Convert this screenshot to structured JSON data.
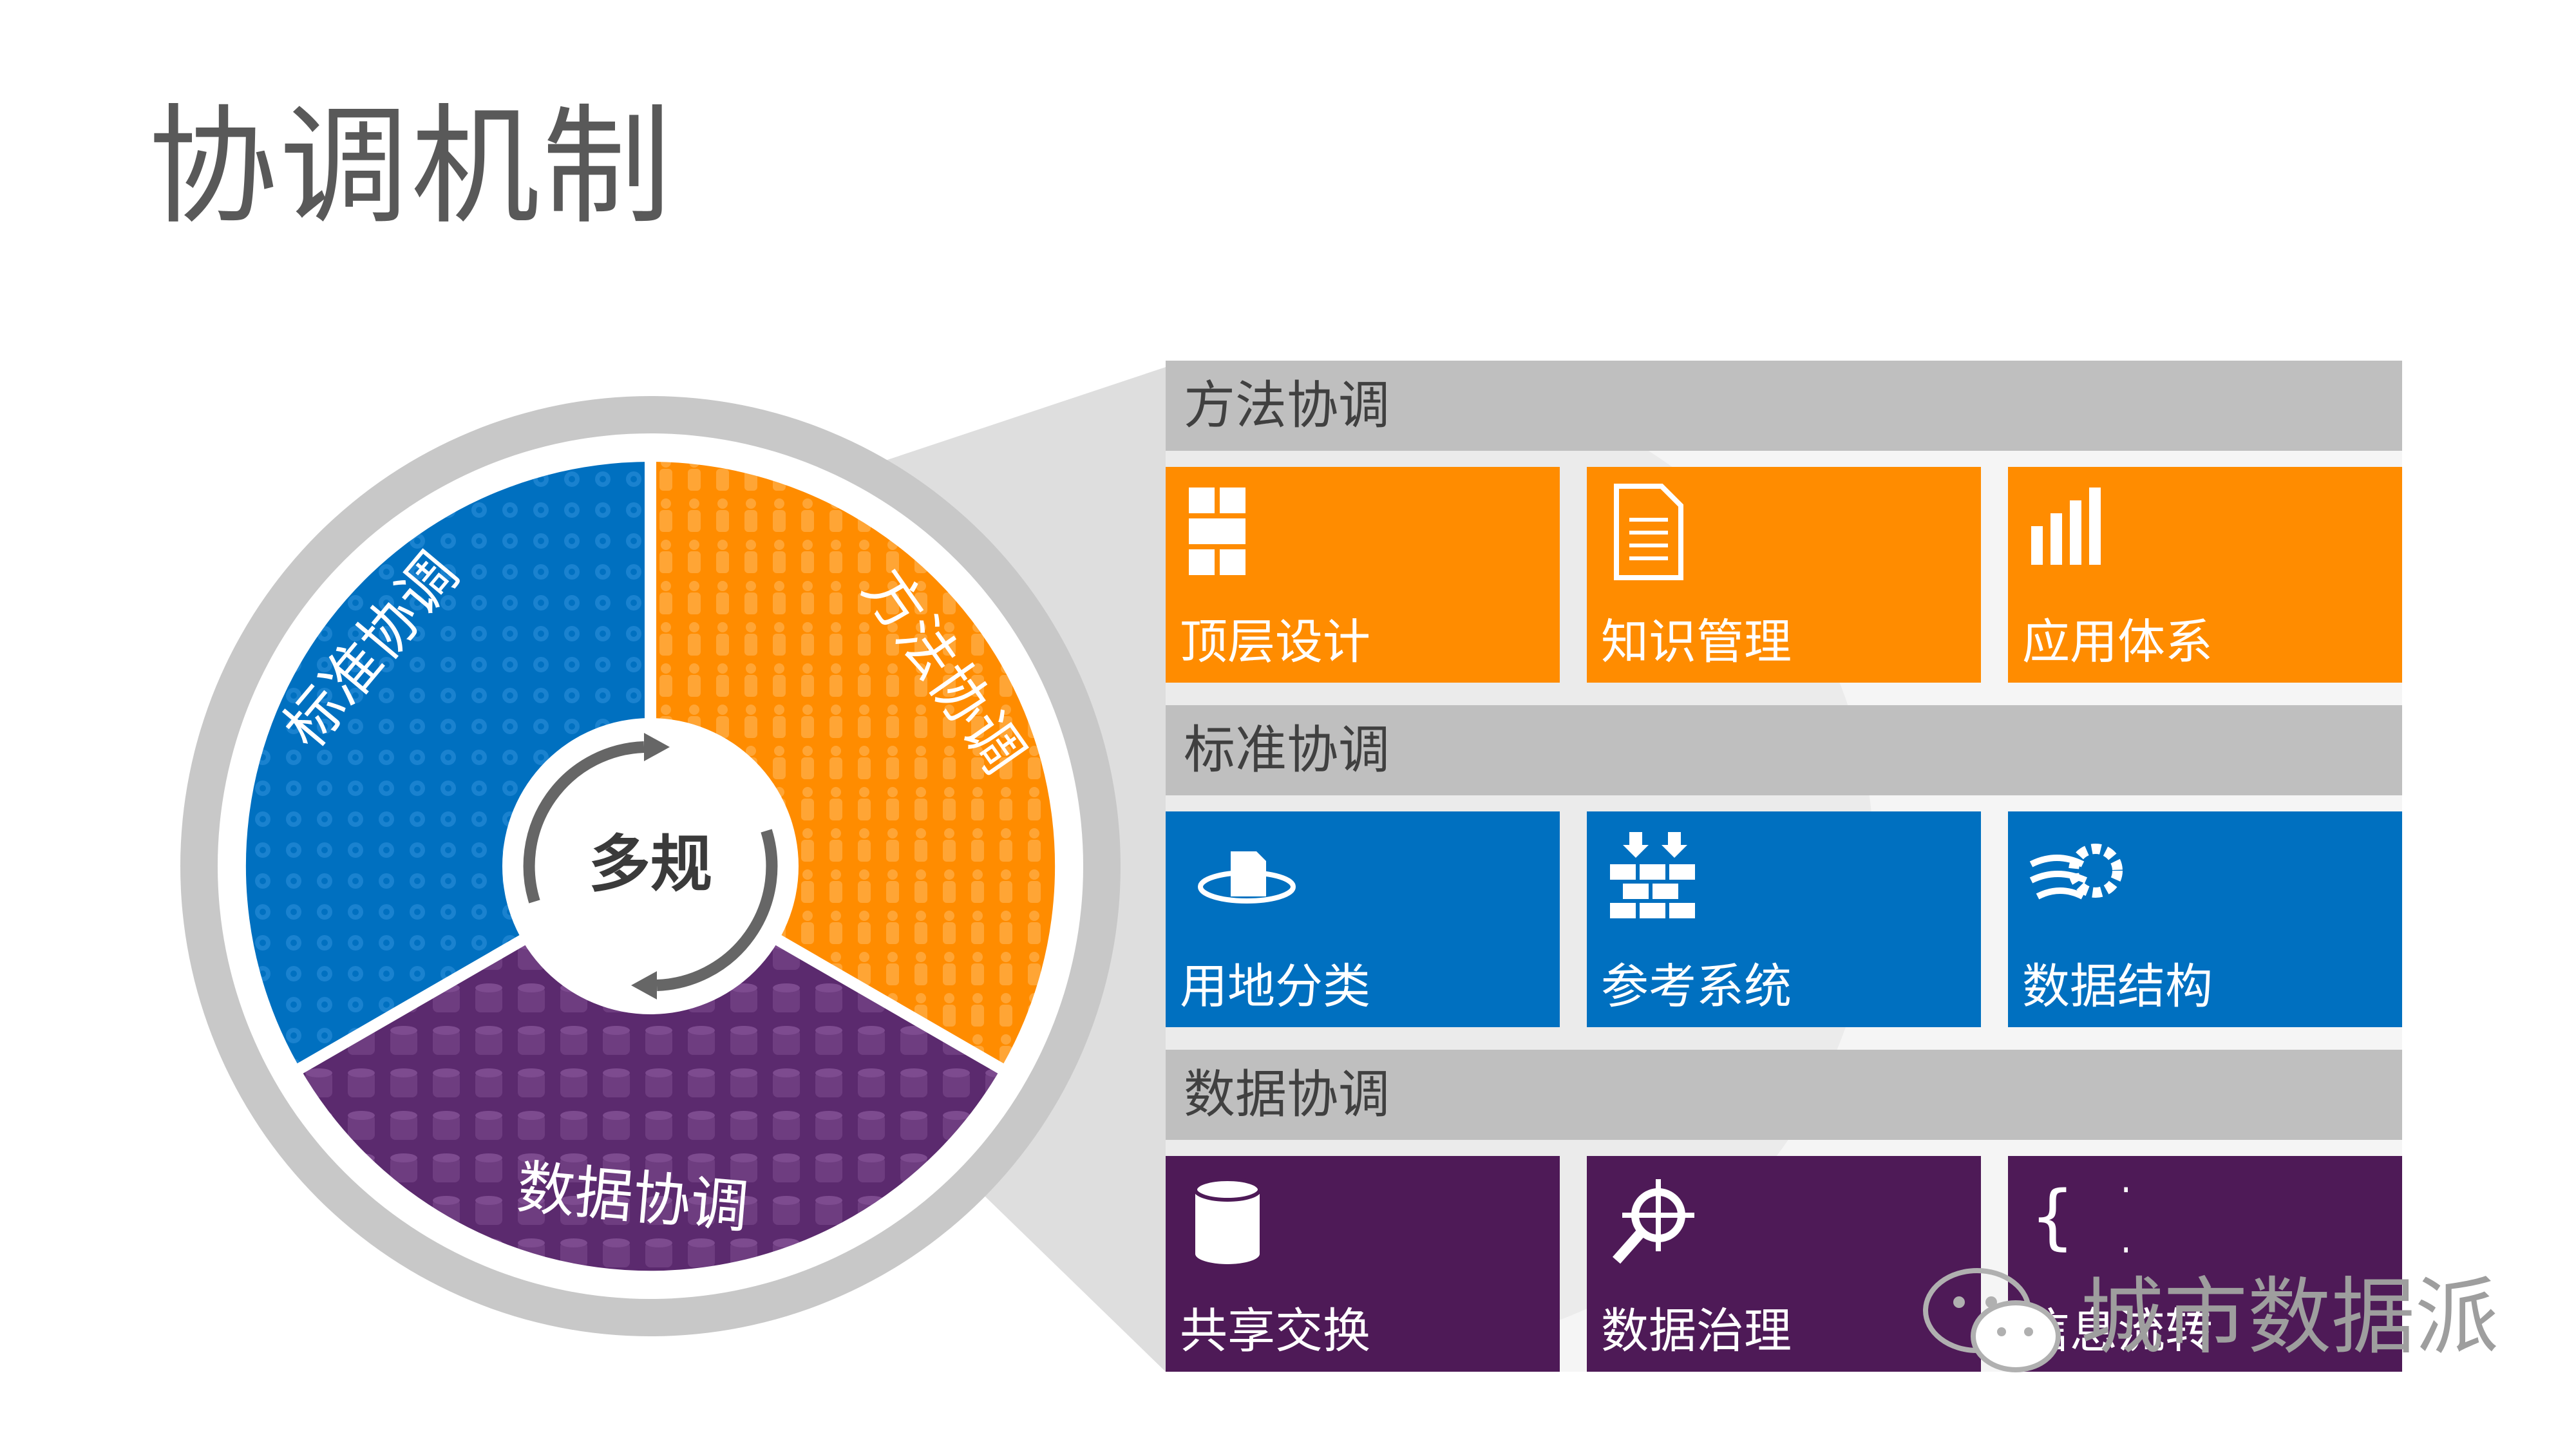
{
  "slide": {
    "title": "协调机制"
  },
  "wheel": {
    "center_label": "多规",
    "segments": [
      {
        "label": "标准协调",
        "color": "#0070c0"
      },
      {
        "label": "方法协调",
        "color": "#ff8c00"
      },
      {
        "label": "数据协调",
        "color": "#5b2a6e"
      }
    ],
    "ring_color": "#c8c8c8"
  },
  "panel": {
    "sections": [
      {
        "label": "方法协调",
        "color": "#ff8c00",
        "tiles": [
          {
            "label": "顶层设计",
            "icon": "grid-blocks-icon"
          },
          {
            "label": "知识管理",
            "icon": "document-icon"
          },
          {
            "label": "应用体系",
            "icon": "bar-chart-icon"
          }
        ]
      },
      {
        "label": "标准协调",
        "color": "#0070c0",
        "tiles": [
          {
            "label": "用地分类",
            "icon": "ring-cylinder-icon"
          },
          {
            "label": "参考系统",
            "icon": "brick-wall-icon"
          },
          {
            "label": "数据结构",
            "icon": "gear-wind-icon"
          }
        ]
      },
      {
        "label": "数据协调",
        "color": "#4e1a57",
        "tiles": [
          {
            "label": "共享交换",
            "icon": "database-icon"
          },
          {
            "label": "数据治理",
            "icon": "target-magnifier-icon"
          },
          {
            "label": "信息流转",
            "icon": "braces-icon"
          }
        ]
      }
    ]
  },
  "watermark": {
    "text": "城市数据派",
    "icon": "wechat-icon"
  }
}
